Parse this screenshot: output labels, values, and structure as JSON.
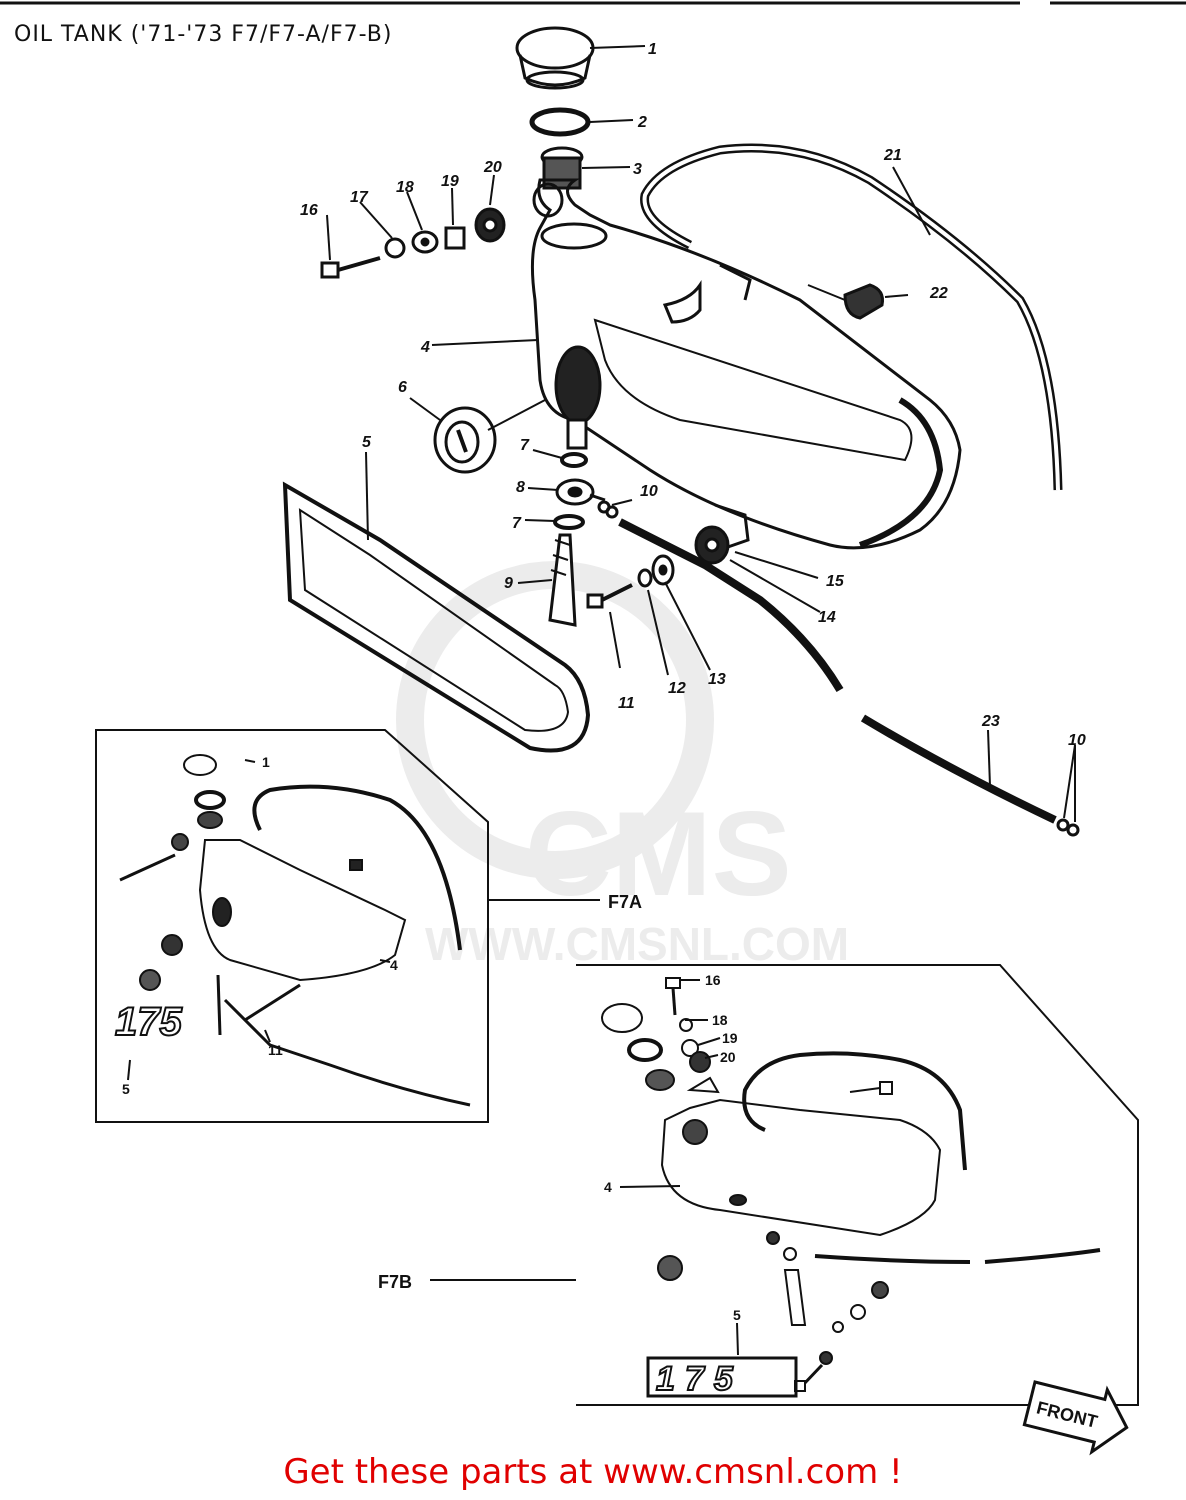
{
  "title": "OIL TANK ('71-'73 F7/F7-A/F7-B)",
  "footer_text": "Get these parts at www.cmsnl.com !",
  "watermark": {
    "brand": "CMS",
    "url": "WWW.CMSNL.COM"
  },
  "variants": {
    "a": "F7A",
    "b": "F7B"
  },
  "direction_label": "FRONT",
  "emblem_text": "175",
  "callouts_main": [
    "1",
    "2",
    "3",
    "4",
    "5",
    "6",
    "7",
    "7",
    "8",
    "9",
    "10",
    "11",
    "12",
    "13",
    "14",
    "15",
    "16",
    "17",
    "18",
    "19",
    "20",
    "21",
    "22",
    "23",
    "10"
  ],
  "callouts_f7a": [
    "1",
    "4",
    "5",
    "11"
  ],
  "callouts_f7b": [
    "16",
    "18",
    "19",
    "20",
    "4",
    "5"
  ],
  "colors": {
    "ink": "#111111",
    "footer": "#e00000",
    "watermark": "#ececec"
  }
}
